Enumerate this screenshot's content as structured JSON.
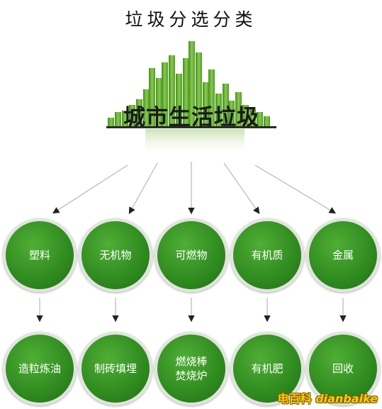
{
  "title": "垃圾分选分类",
  "main_label": "城市生活垃圾",
  "colors": {
    "bar_green": "#7bbf3a",
    "bar_dark": "#3f8f23",
    "circle_green": "#2f8a1f",
    "watermark": "#ffcc00"
  },
  "categories": [
    {
      "label": "塑料",
      "result_lines": [
        "造粒炼油"
      ]
    },
    {
      "label": "无机物",
      "result_lines": [
        "制砖填埋"
      ]
    },
    {
      "label": "可燃物",
      "result_lines": [
        "燃烧棒",
        "焚烧炉"
      ]
    },
    {
      "label": "有机质",
      "result_lines": [
        "有机肥"
      ]
    },
    {
      "label": "金属",
      "result_lines": [
        "回收"
      ]
    }
  ],
  "watermark": {
    "cn": "电百科",
    "latin": "dianbaike"
  }
}
